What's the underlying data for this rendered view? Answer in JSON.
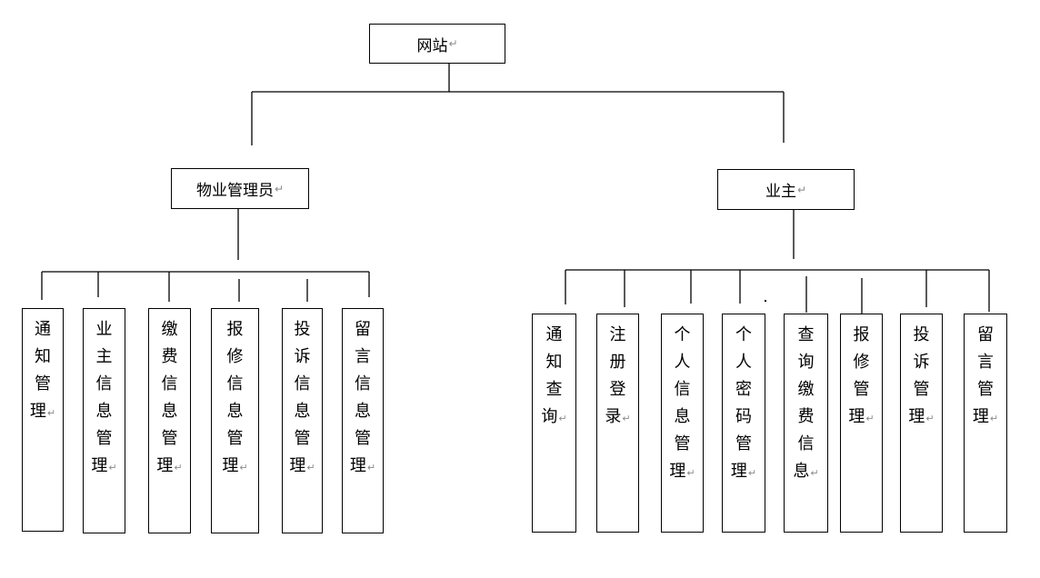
{
  "root": {
    "label": "网站"
  },
  "branches": [
    {
      "label": "物业管理员",
      "children": [
        {
          "label": "通知管理"
        },
        {
          "label": "业主信息管理"
        },
        {
          "label": "缴费信息管理"
        },
        {
          "label": "报修信息管理"
        },
        {
          "label": "投诉信息管理"
        },
        {
          "label": "留言信息管理"
        }
      ]
    },
    {
      "label": "业主",
      "children": [
        {
          "label": "通知查询"
        },
        {
          "label": "注册登录"
        },
        {
          "label": "个人信息管理"
        },
        {
          "label": "个人密码管理"
        },
        {
          "label": "查询缴费信息"
        },
        {
          "label": "报修管理"
        },
        {
          "label": "投诉管理"
        },
        {
          "label": "留言管理"
        }
      ]
    }
  ]
}
